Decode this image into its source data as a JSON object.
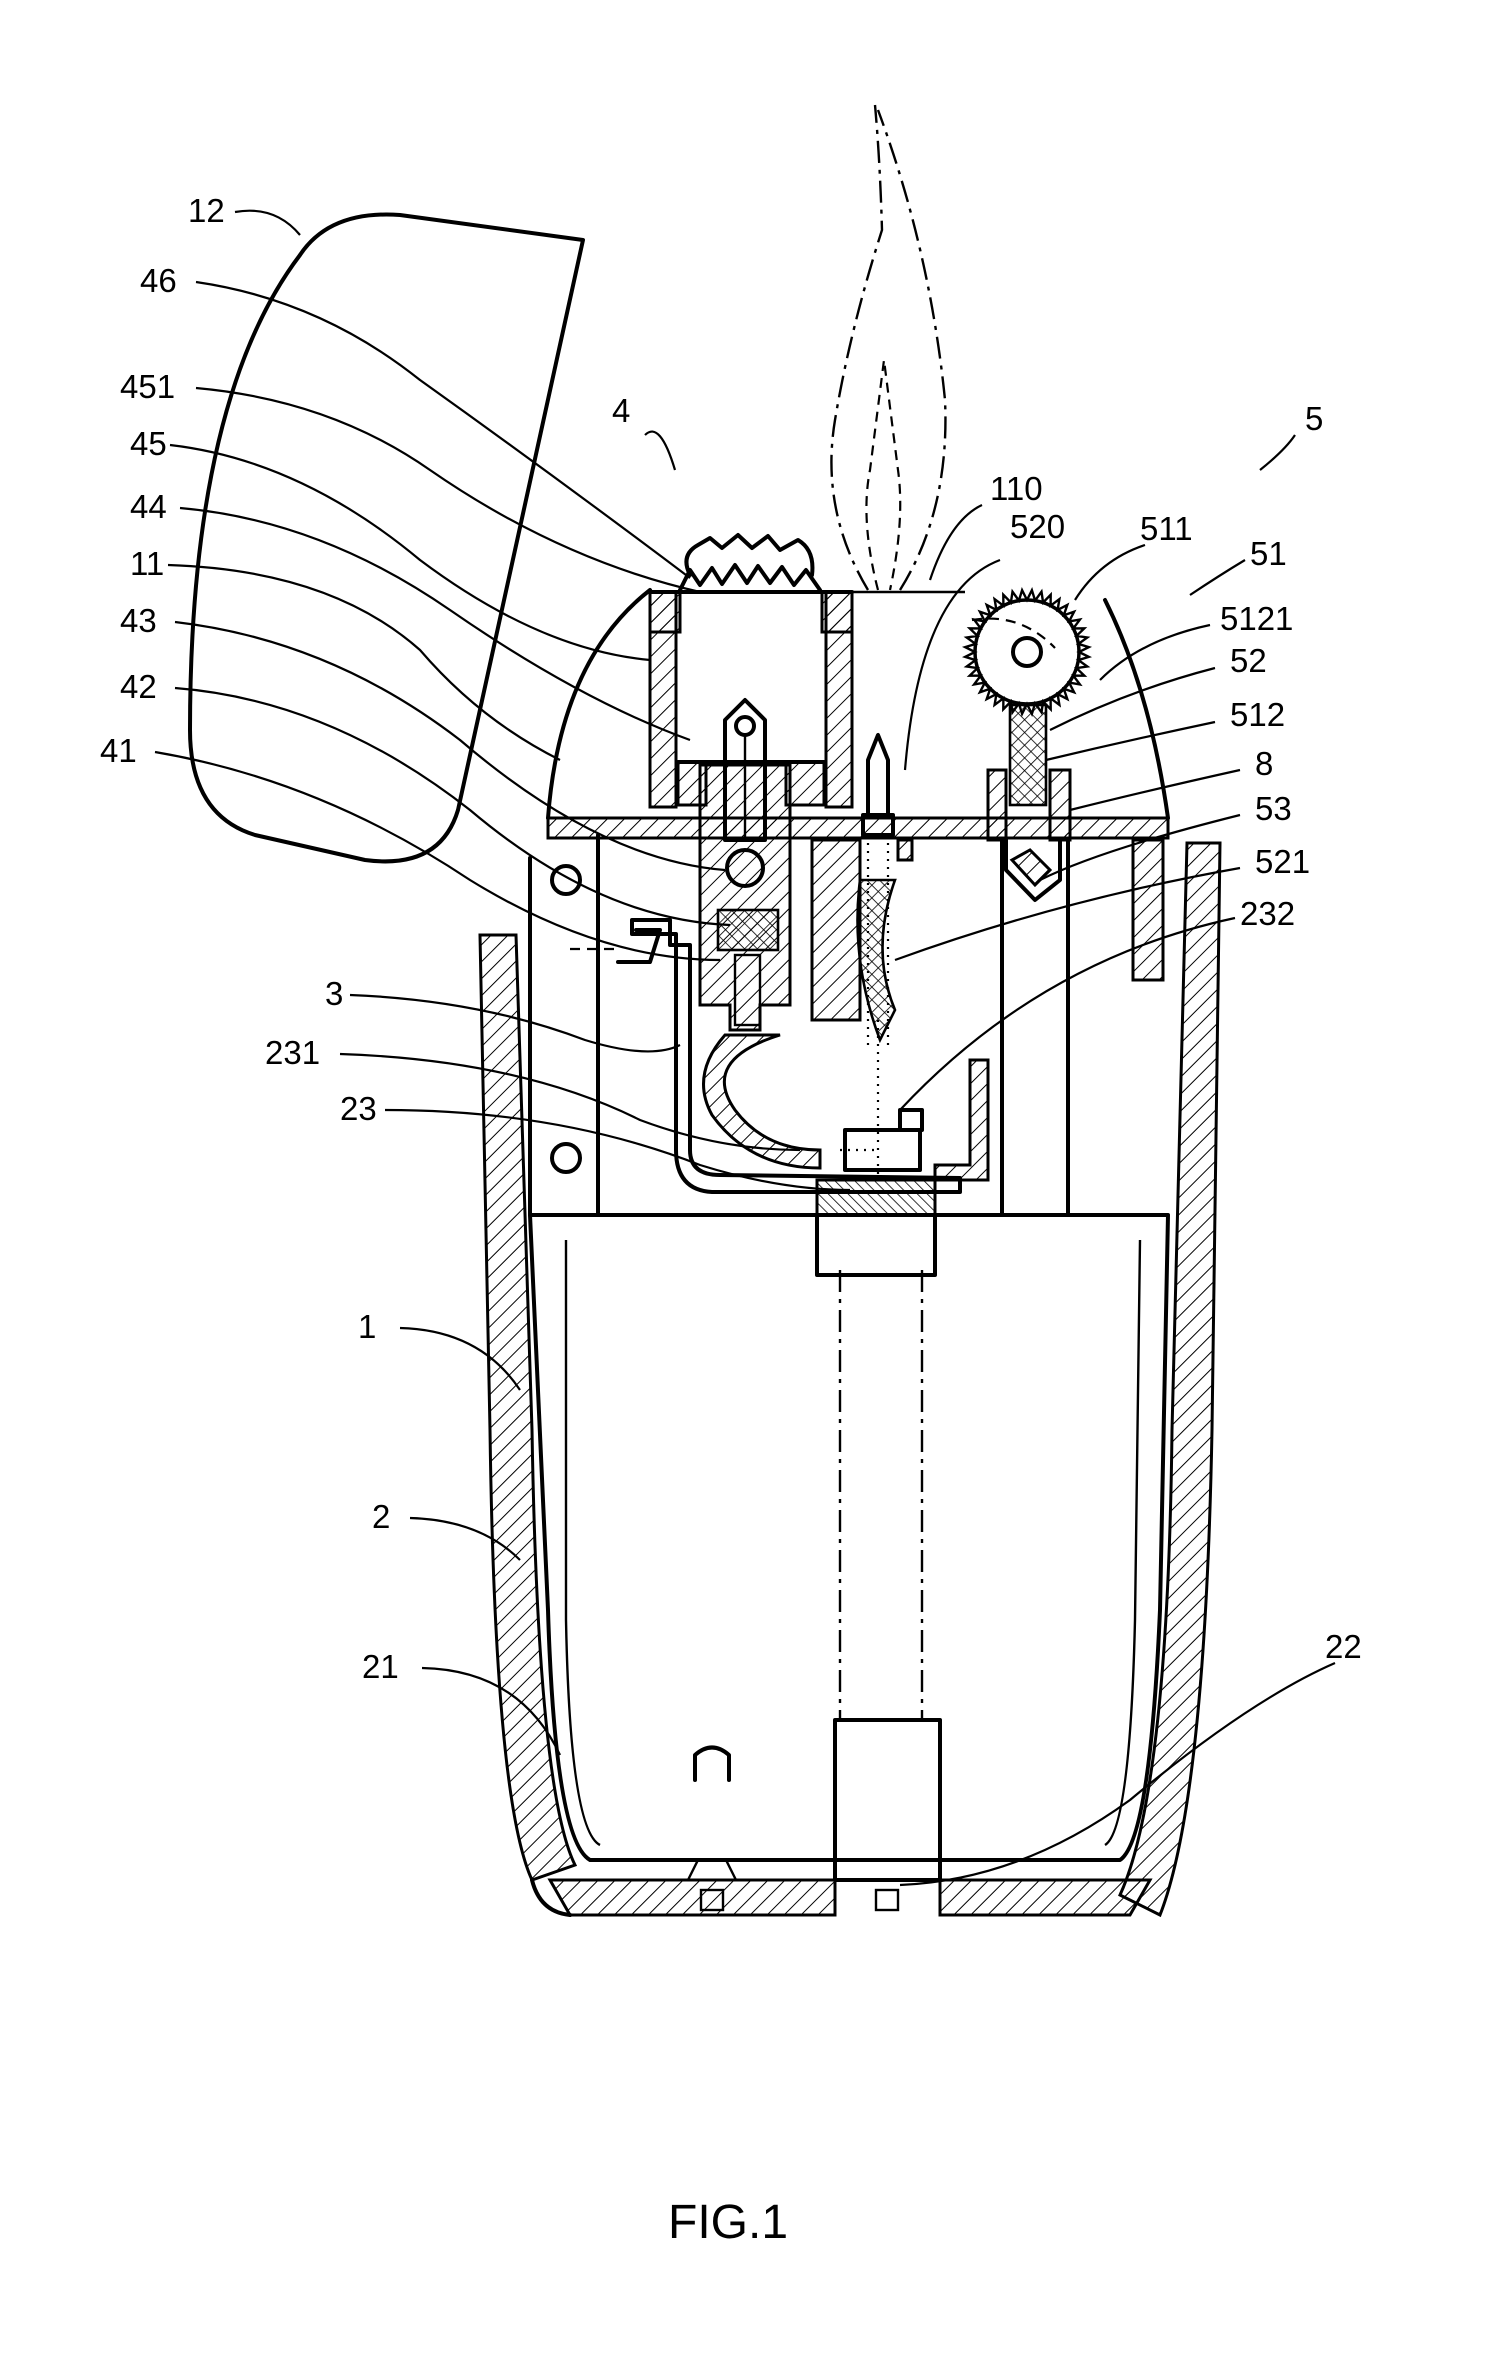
{
  "figure": {
    "caption": "FIG.1",
    "reference_numerals": [
      "12",
      "46",
      "451",
      "45",
      "44",
      "11",
      "43",
      "42",
      "41",
      "3",
      "231",
      "23",
      "1",
      "2",
      "21",
      "4",
      "5",
      "110",
      "520",
      "511",
      "51",
      "5121",
      "52",
      "512",
      "8",
      "53",
      "521",
      "232",
      "22"
    ]
  }
}
